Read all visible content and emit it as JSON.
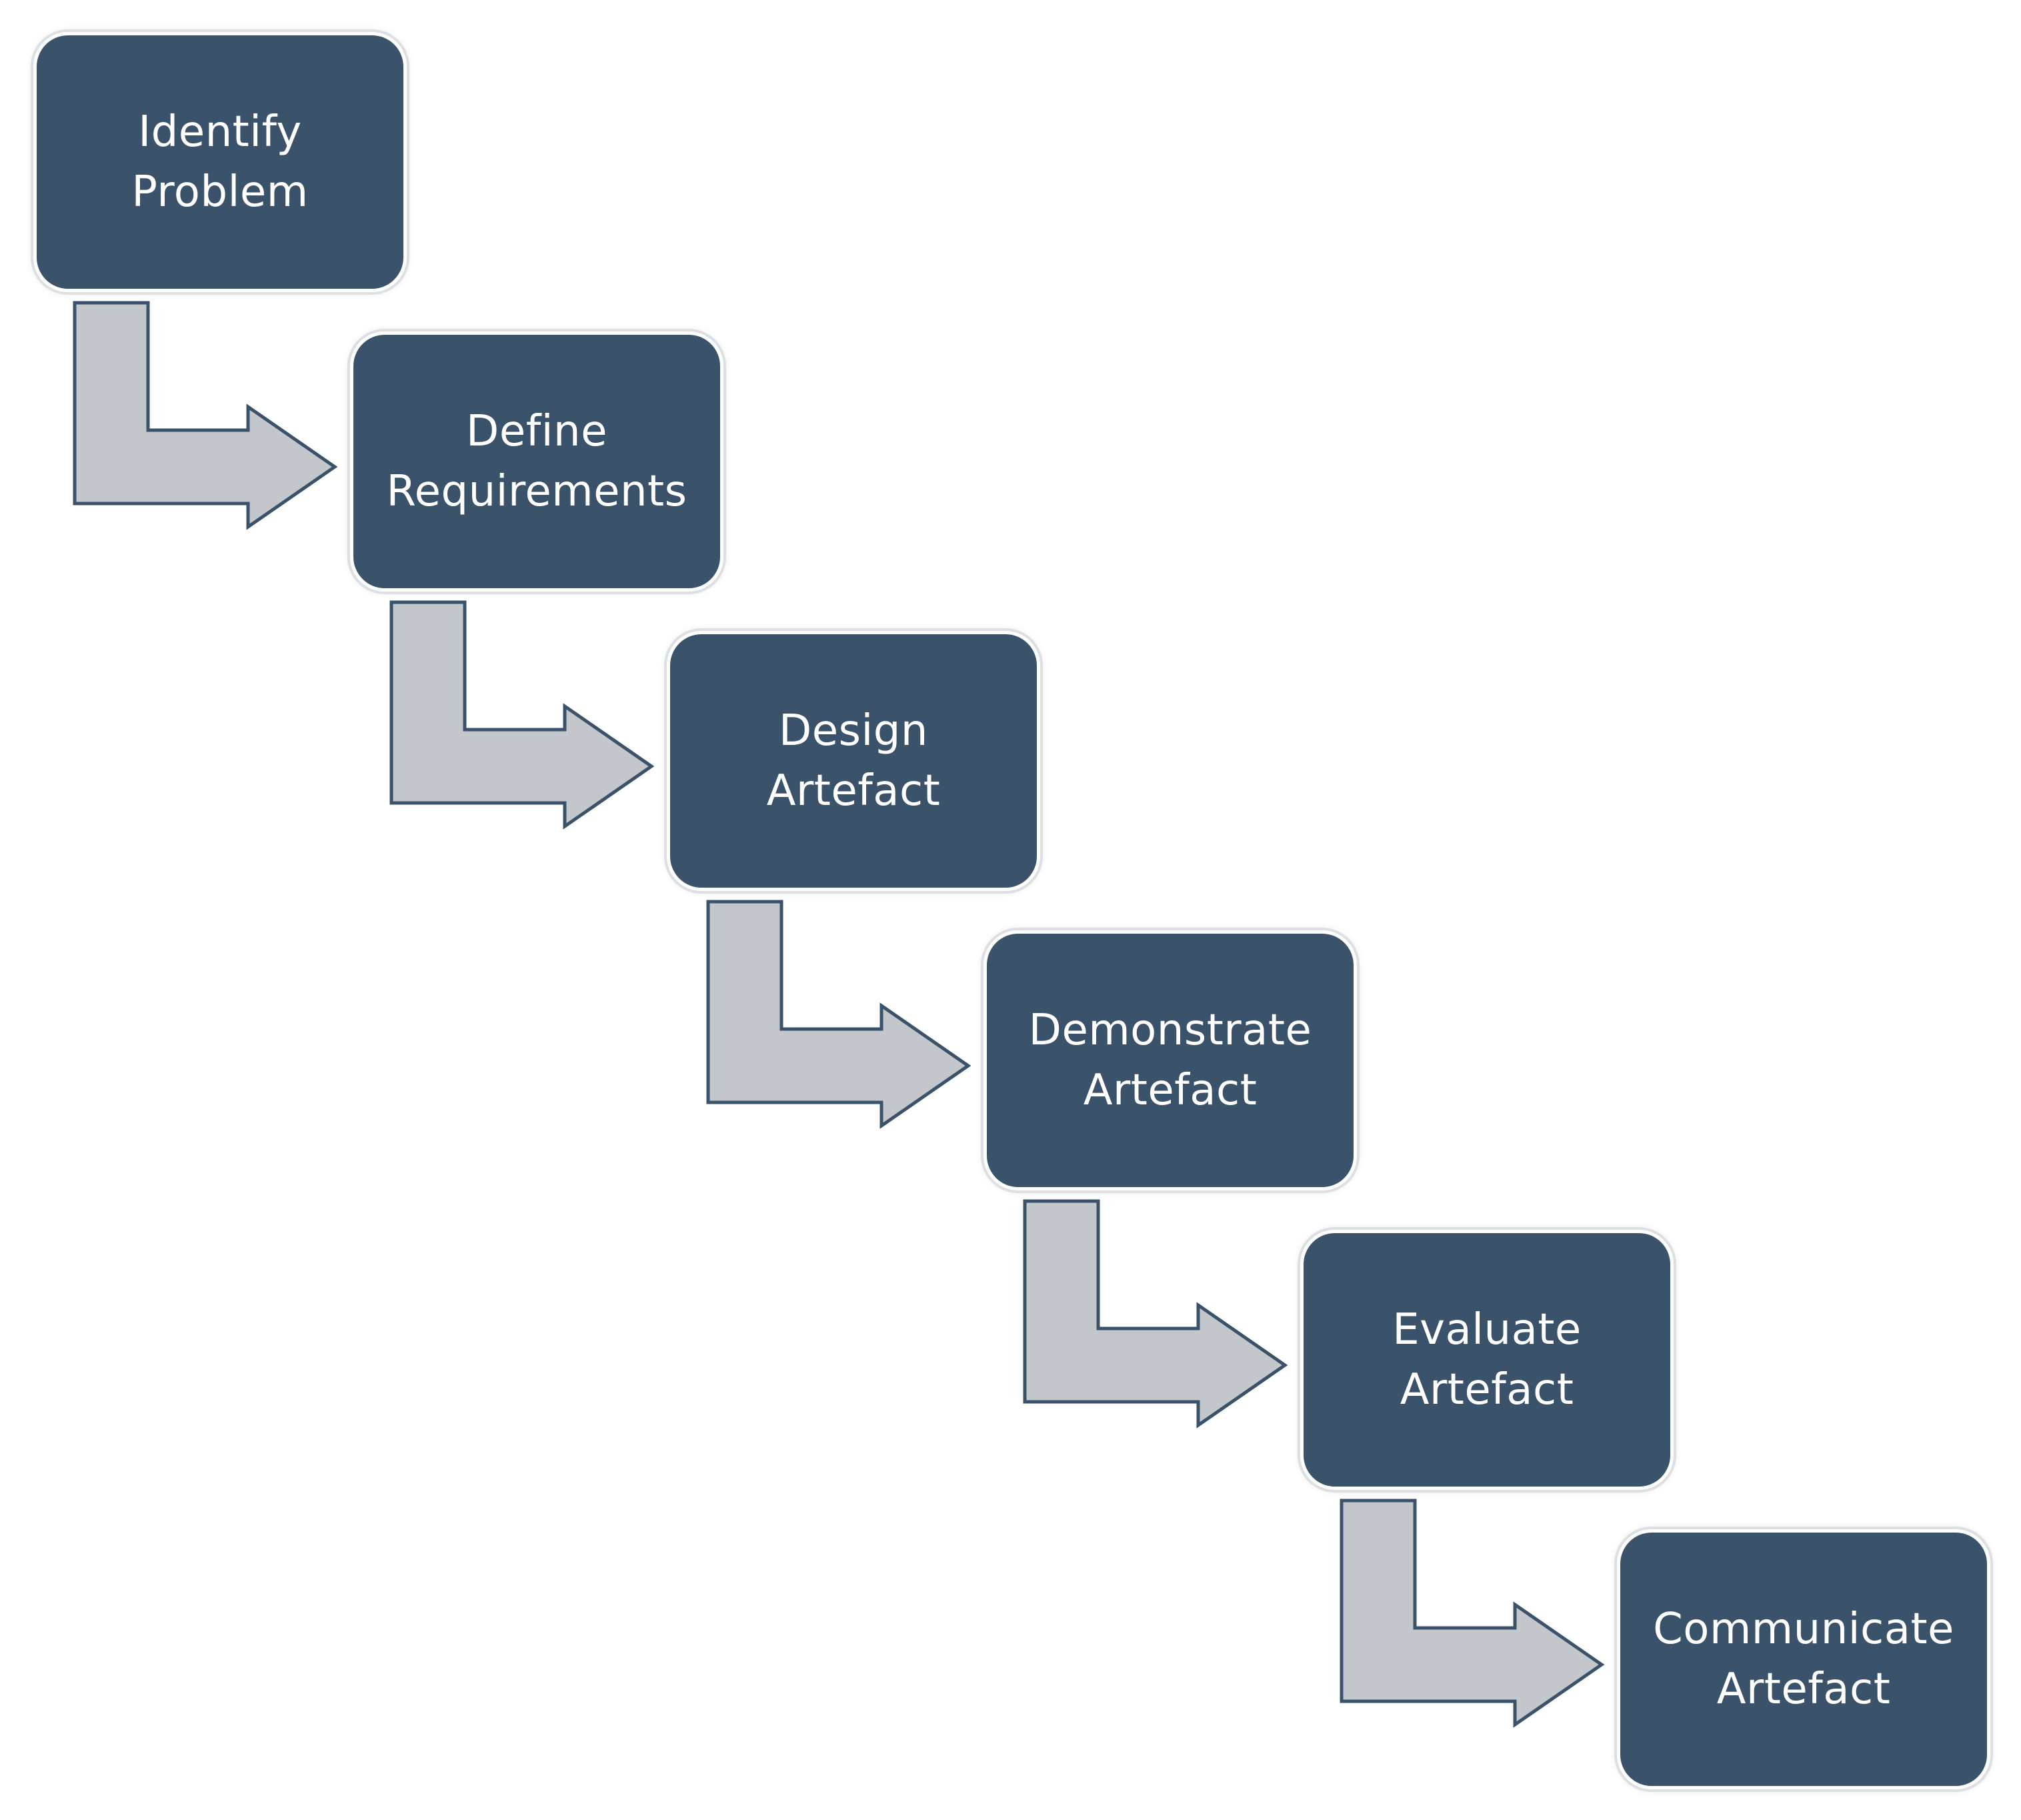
{
  "diagram": {
    "colors": {
      "box_fill": "#3b526b",
      "box_text": "#ffffff",
      "arrow_fill": "#c3c6cb",
      "arrow_stroke": "#3b526b",
      "background": "#ffffff"
    },
    "steps": [
      {
        "line1": "Identify",
        "line2": "Problem"
      },
      {
        "line1": "Define",
        "line2": "Requirements"
      },
      {
        "line1": "Design",
        "line2": "Artefact"
      },
      {
        "line1": "Demonstrate",
        "line2": "Artefact"
      },
      {
        "line1": "Evaluate",
        "line2": "Artefact"
      },
      {
        "line1": "Communicate",
        "line2": "Artefact"
      }
    ],
    "connector_icon": "bent-arrow-down-right-icon"
  }
}
